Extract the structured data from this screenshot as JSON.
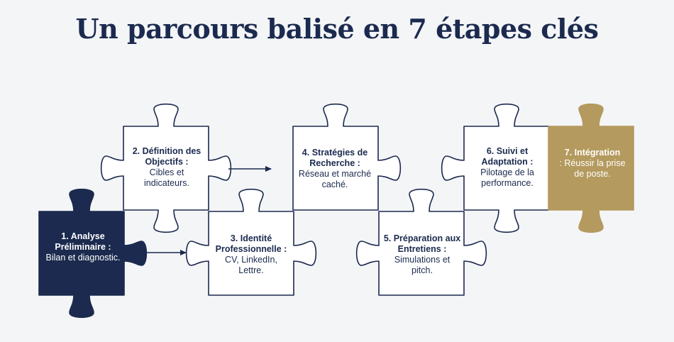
{
  "title": "Un parcours balisé en 7 étapes clés",
  "colors": {
    "navy": "#1b2a4e",
    "gold": "#b49a5e",
    "white": "#ffffff",
    "background": "#f4f5f7"
  },
  "steps": [
    {
      "title": "1. Analyse Préliminaire :",
      "desc": "Bilan et diagnostic.",
      "style": "dark"
    },
    {
      "title": "2. Définition des Objectifs :",
      "desc": "Cibles et indicateurs.",
      "style": "light"
    },
    {
      "title": "3. Identité Professionnelle :",
      "desc": "CV, LinkedIn, Lettre.",
      "style": "light"
    },
    {
      "title": "4. Stratégies de Recherche :",
      "desc": "Réseau et marché caché.",
      "style": "light"
    },
    {
      "title": "5. Préparation aux Entretiens :",
      "desc": "Simulations et pitch.",
      "style": "light"
    },
    {
      "title": "6. Suivi et Adaptation :",
      "desc": "Pilotage de la performance.",
      "style": "light"
    },
    {
      "title": "7. Intégration",
      "desc": ": Réussir la prise de poste.",
      "style": "gold"
    }
  ]
}
